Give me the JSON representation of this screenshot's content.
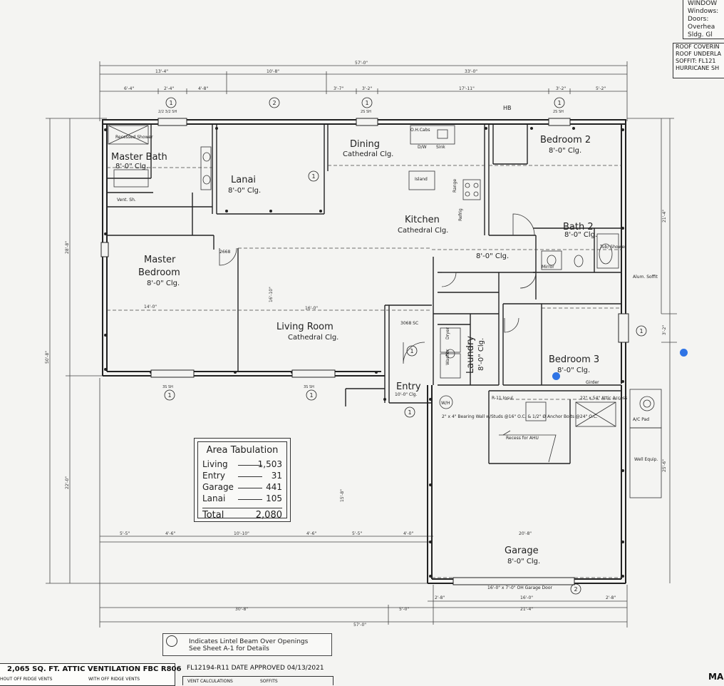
{
  "rooms": {
    "master_bath": {
      "name": "Master Bath",
      "ceiling": "8'-0\" Clg."
    },
    "lanai": {
      "name": "Lanai",
      "ceiling": "8'-0\" Clg."
    },
    "dining": {
      "name": "Dining",
      "ceiling": "Cathedral Clg."
    },
    "kitchen": {
      "name": "Kitchen",
      "ceiling": "Cathedral Clg."
    },
    "bedroom2": {
      "name": "Bedroom 2",
      "ceiling": "8'-0\" Clg."
    },
    "bath2": {
      "name": "Bath 2",
      "ceiling": "8'-0\" Clg."
    },
    "hall": {
      "ceiling": "8'-0\" Clg."
    },
    "master_bedroom": {
      "name1": "Master",
      "name2": "Bedroom",
      "ceiling": "8'-0\" Clg."
    },
    "living_room": {
      "name": "Living Room",
      "ceiling": "Cathedral Clg."
    },
    "laundry": {
      "name": "Laundry",
      "ceiling": "8'-0\" Clg."
    },
    "bedroom3": {
      "name": "Bedroom 3",
      "ceiling": "8'-0\" Clg."
    },
    "entry": {
      "name": "Entry",
      "ceiling": "10'-0\" Clg."
    },
    "garage": {
      "name": "Garage",
      "ceiling": "8'-0\" Clg."
    }
  },
  "labels": {
    "recessed_shower": "Recessed Shower",
    "island": "Island",
    "range": "Range",
    "refrig": "Refrig",
    "ref_space": "D/W",
    "sink": "Sink",
    "oh_cabs": "O.H.Cabs",
    "vent_sh": "Vent. Sh.",
    "tub_shower": "Tub/ Shower",
    "mirror": "Mirror",
    "alum_soffit": "Alum. Soffit",
    "ac_pad": "A/C Pad",
    "well_equip": "Well Equip.",
    "attic_access": "22\" x 54\" Attic Access",
    "girder": "Girder",
    "recess": "Recess for AHU",
    "bearing_wall": "2\" x 4\" Bearing Wall w/Studs @16\" O.C. & 1/2\" Ø Anchor Bolts @24\" O.C.",
    "garage_door": "16'-0\" x 7'-0\" OH Garage Door",
    "wh": "W/H",
    "r11": "R-11 Insul.",
    "dryer": "Dryer",
    "washer": "Washer",
    "hb": "HB",
    "door_3068": "3068 SC",
    "door_2668": "2668"
  },
  "area_tabulation": {
    "title": "Area Tabulation",
    "rows": [
      {
        "label": "Living",
        "value": "1,503"
      },
      {
        "label": "Entry",
        "value": "31"
      },
      {
        "label": "Garage",
        "value": "441"
      },
      {
        "label": "Lanai",
        "value": "105"
      }
    ],
    "total_label": "Total",
    "total_value": "2,080"
  },
  "dims": {
    "overall_top": "57'-0\"",
    "overall_bottom": "57'-0\"",
    "top_a": "13'-4\"",
    "top_b": "10'-8\"",
    "top_c": "33'-0\"",
    "top_d1": "6'-4\"",
    "top_d2": "2'-4\"",
    "top_d3": "4'-8\"",
    "top_d4": "3'-7\"",
    "top_d5": "3'-2\"",
    "top_d6": "17'-11\"",
    "top_d7": "3'-2\"",
    "top_d8": "5'-2\"",
    "bot_a": "30'-8\"",
    "bot_b": "5'-0\"",
    "bot_c": "21'-4\"",
    "bot_d1": "5'-5\"",
    "bot_d2": "4'-6\"",
    "bot_d3": "10'-10\"",
    "bot_d4": "4'-6\"",
    "bot_d5": "5'-5\"",
    "bot_d6": "4'-0\"",
    "bot_d7": "20'-8\"",
    "bot_d8": "2'-8\"",
    "bot_d9": "16'-0\"",
    "bot_d10": "2'-8\"",
    "left_overall": "50'-8\"",
    "left_a": "28'-8\"",
    "left_b": "22'-0\"",
    "right_a": "21'-4\"",
    "right_b": "3'-2\"",
    "right_c": "25'-6\"",
    "mid_1": "16'-10\"",
    "mid_2": "16'-0\"",
    "mid_3": "14'-0\"",
    "mid_4": "15'-8\""
  },
  "window_tags": {
    "w1": "1",
    "w2": "2",
    "sh1": "2/2 3/2 SH",
    "sh2": "2S SH",
    "sh3": "2S SH",
    "sh4": "3S SH",
    "sh5": "3S SH",
    "w3": "1"
  },
  "legend": {
    "line1": "Indicates Lintel Beam Over Openings",
    "line2": "See Sheet A-1 for Details"
  },
  "corner_top_right": {
    "row0": "WINDOW",
    "row1": "Windows:",
    "row2": "Doors:",
    "row3": "Overhea",
    "row4": "Sldg. Gl"
  },
  "roof_box": {
    "row1": "ROOF COVERIN",
    "row2": "ROOF UNDERLA",
    "row3": "SOFFIT:  FL121",
    "row4": "HURRICANE SH"
  },
  "bottom_box": {
    "title": "2,065 SQ. FT. ATTIC VENTILATION FBC R806",
    "sub1": "HOUT OFF RIDGE VENTS",
    "sub2": "WITH OFF RIDGE VENTS"
  },
  "approved": "FL12194-R11 DATE APPROVED 04/13/2021",
  "vent_calc": {
    "a": "VENT CALCULATIONS",
    "b": "SOFFITS"
  },
  "corner_text": "MA"
}
